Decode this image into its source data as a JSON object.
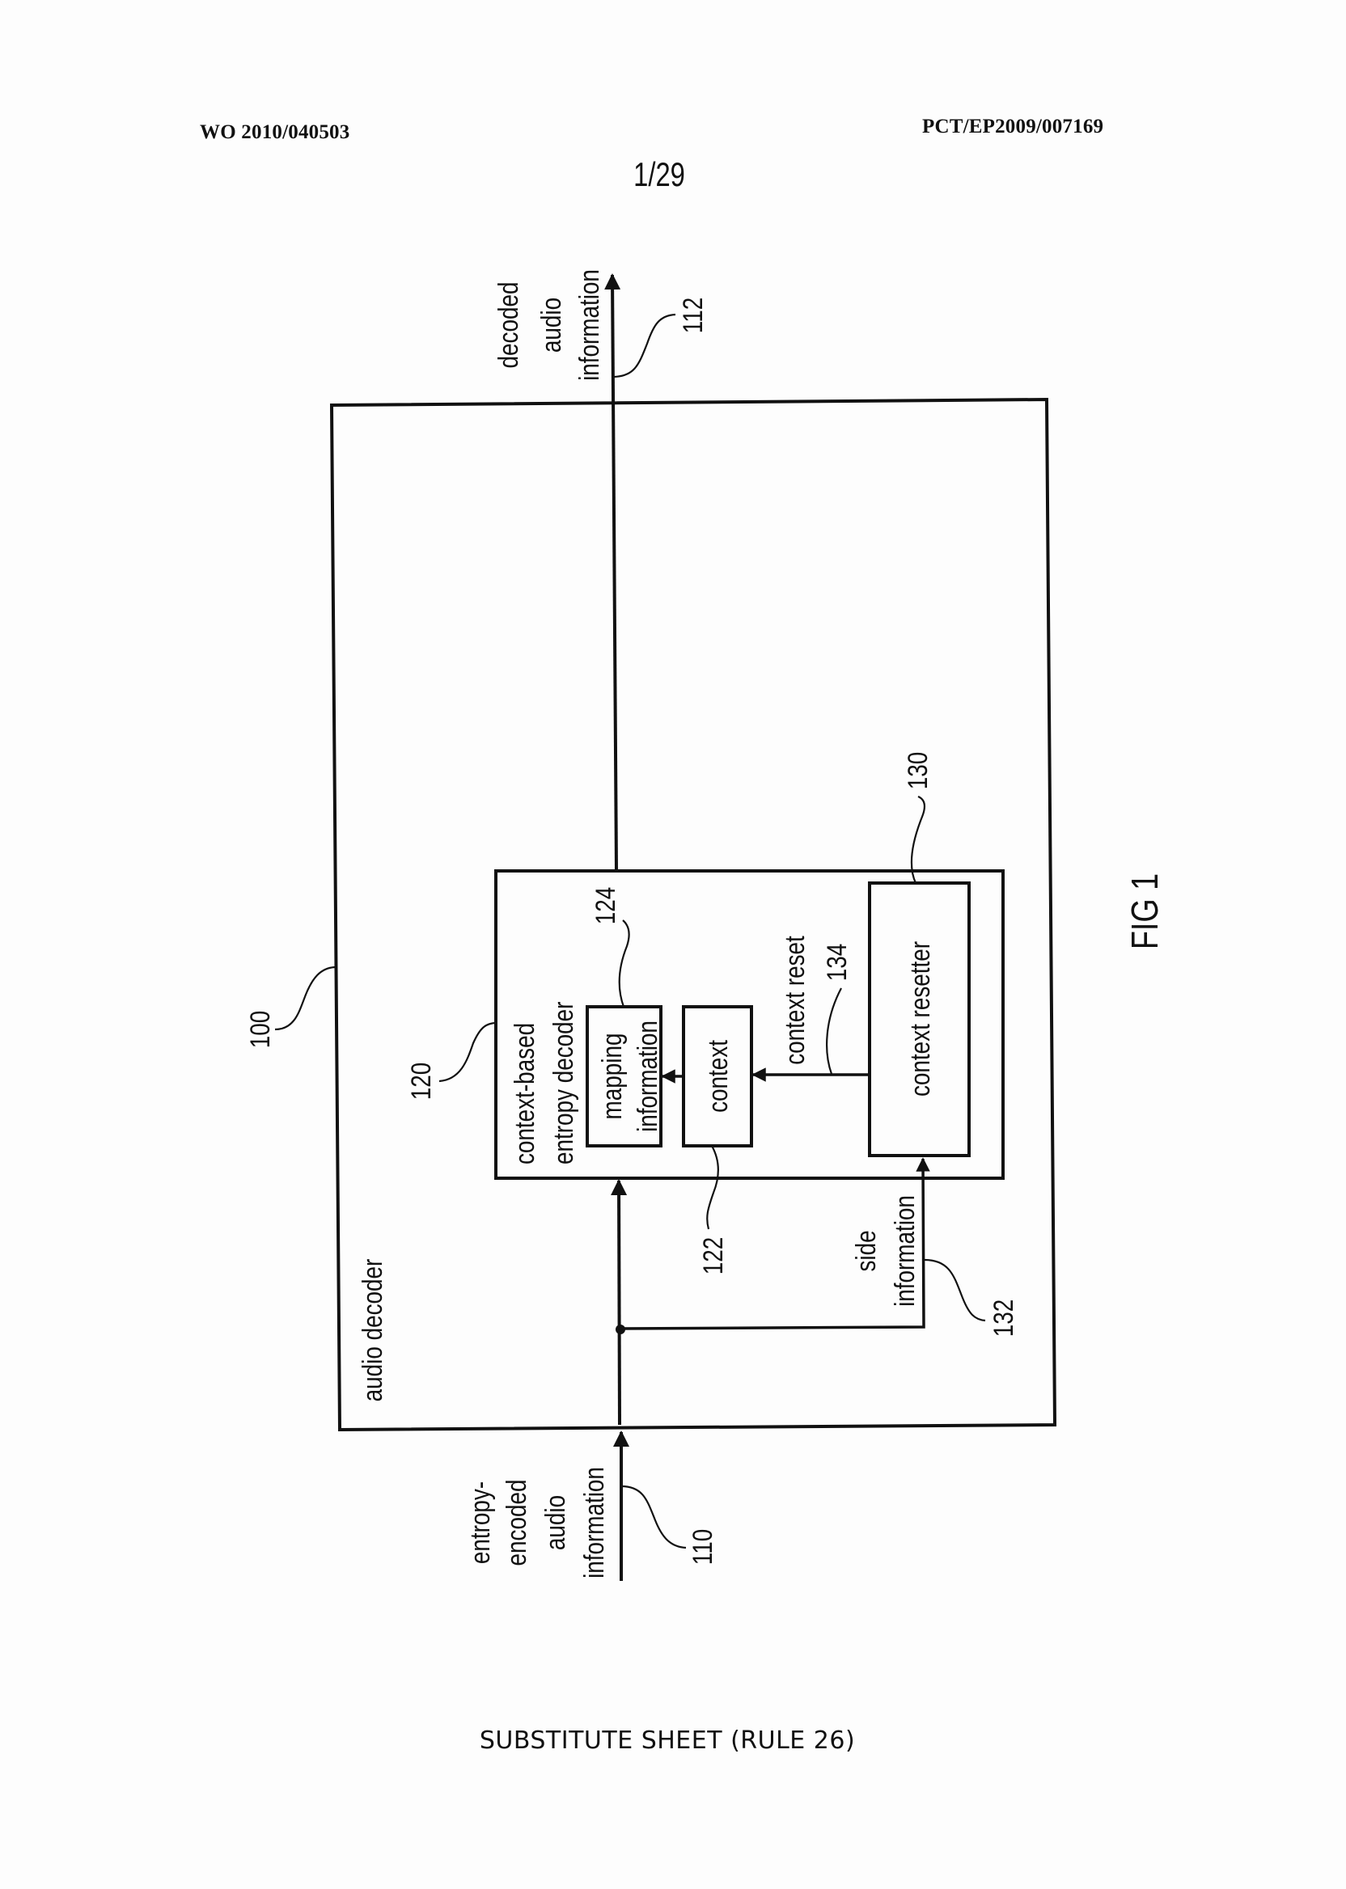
{
  "header": {
    "publication_number": "WO 2010/040503",
    "application_number": "PCT/EP2009/007169",
    "sheet": "1/29"
  },
  "figure": {
    "caption": "FIG 1",
    "blocks": {
      "audio_decoder": {
        "label": "audio decoder",
        "ref": "100"
      },
      "entropy_decoder": {
        "label_lines": [
          "context-based",
          "entropy decoder"
        ],
        "ref": "120"
      },
      "mapping_information": {
        "label_lines": [
          "mapping",
          "information"
        ],
        "ref": "124"
      },
      "context": {
        "label": "context",
        "ref": "122"
      },
      "context_resetter": {
        "label": "context resetter",
        "ref": "130"
      }
    },
    "signals": {
      "input": {
        "label_lines": [
          "entropy-",
          "encoded",
          "audio",
          "information"
        ],
        "ref": "110"
      },
      "output": {
        "label_lines": [
          "decoded",
          "audio",
          "information"
        ],
        "ref": "112"
      },
      "side_information": {
        "label_lines": [
          "side",
          "information"
        ],
        "ref": "132"
      },
      "context_reset": {
        "label": "context reset",
        "ref": "134"
      }
    }
  },
  "footer": {
    "text": "SUBSTITUTE SHEET (RULE 26)"
  }
}
